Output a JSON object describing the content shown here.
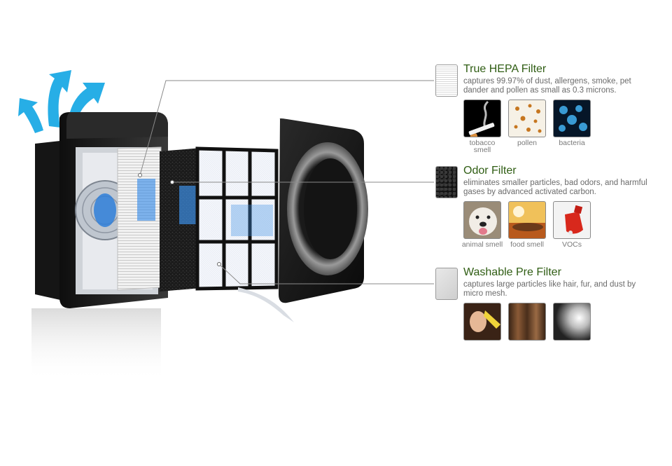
{
  "filters": [
    {
      "id": "hepa",
      "title": "True HEPA Filter",
      "description": "captures 99.97% of dust, allergens, smoke, pet dander and pollen as small as 0.3 microns.",
      "thumbnails": [
        {
          "caption": "tobacco smell",
          "icon": "cigarette-smoke-photo"
        },
        {
          "caption": "pollen",
          "icon": "pollen-photo"
        },
        {
          "caption": "bacteria",
          "icon": "bacteria-photo"
        }
      ]
    },
    {
      "id": "odor",
      "title": "Odor Filter",
      "description": "eliminates smaller particles, bad odors, and harmful gases by advanced activated carbon.",
      "thumbnails": [
        {
          "caption": "animal smell",
          "icon": "dog-photo"
        },
        {
          "caption": "food smell",
          "icon": "food-photo"
        },
        {
          "caption": "VOCs",
          "icon": "paint-spray-photo"
        }
      ]
    },
    {
      "id": "pre",
      "title": "Washable Pre Filter",
      "description": "captures large particles like hair, fur, and dust by micro mesh.",
      "thumbnails": [
        {
          "caption": "",
          "icon": "woman-dusting-photo"
        },
        {
          "caption": "",
          "icon": "hair-photo"
        },
        {
          "caption": "",
          "icon": "fur-photo"
        }
      ]
    }
  ],
  "colors": {
    "title_green": "#2f5d13",
    "description_gray": "#6b6b6b",
    "airflow_blue": "#27aee6",
    "purifier_body": "#1e1e1e"
  }
}
